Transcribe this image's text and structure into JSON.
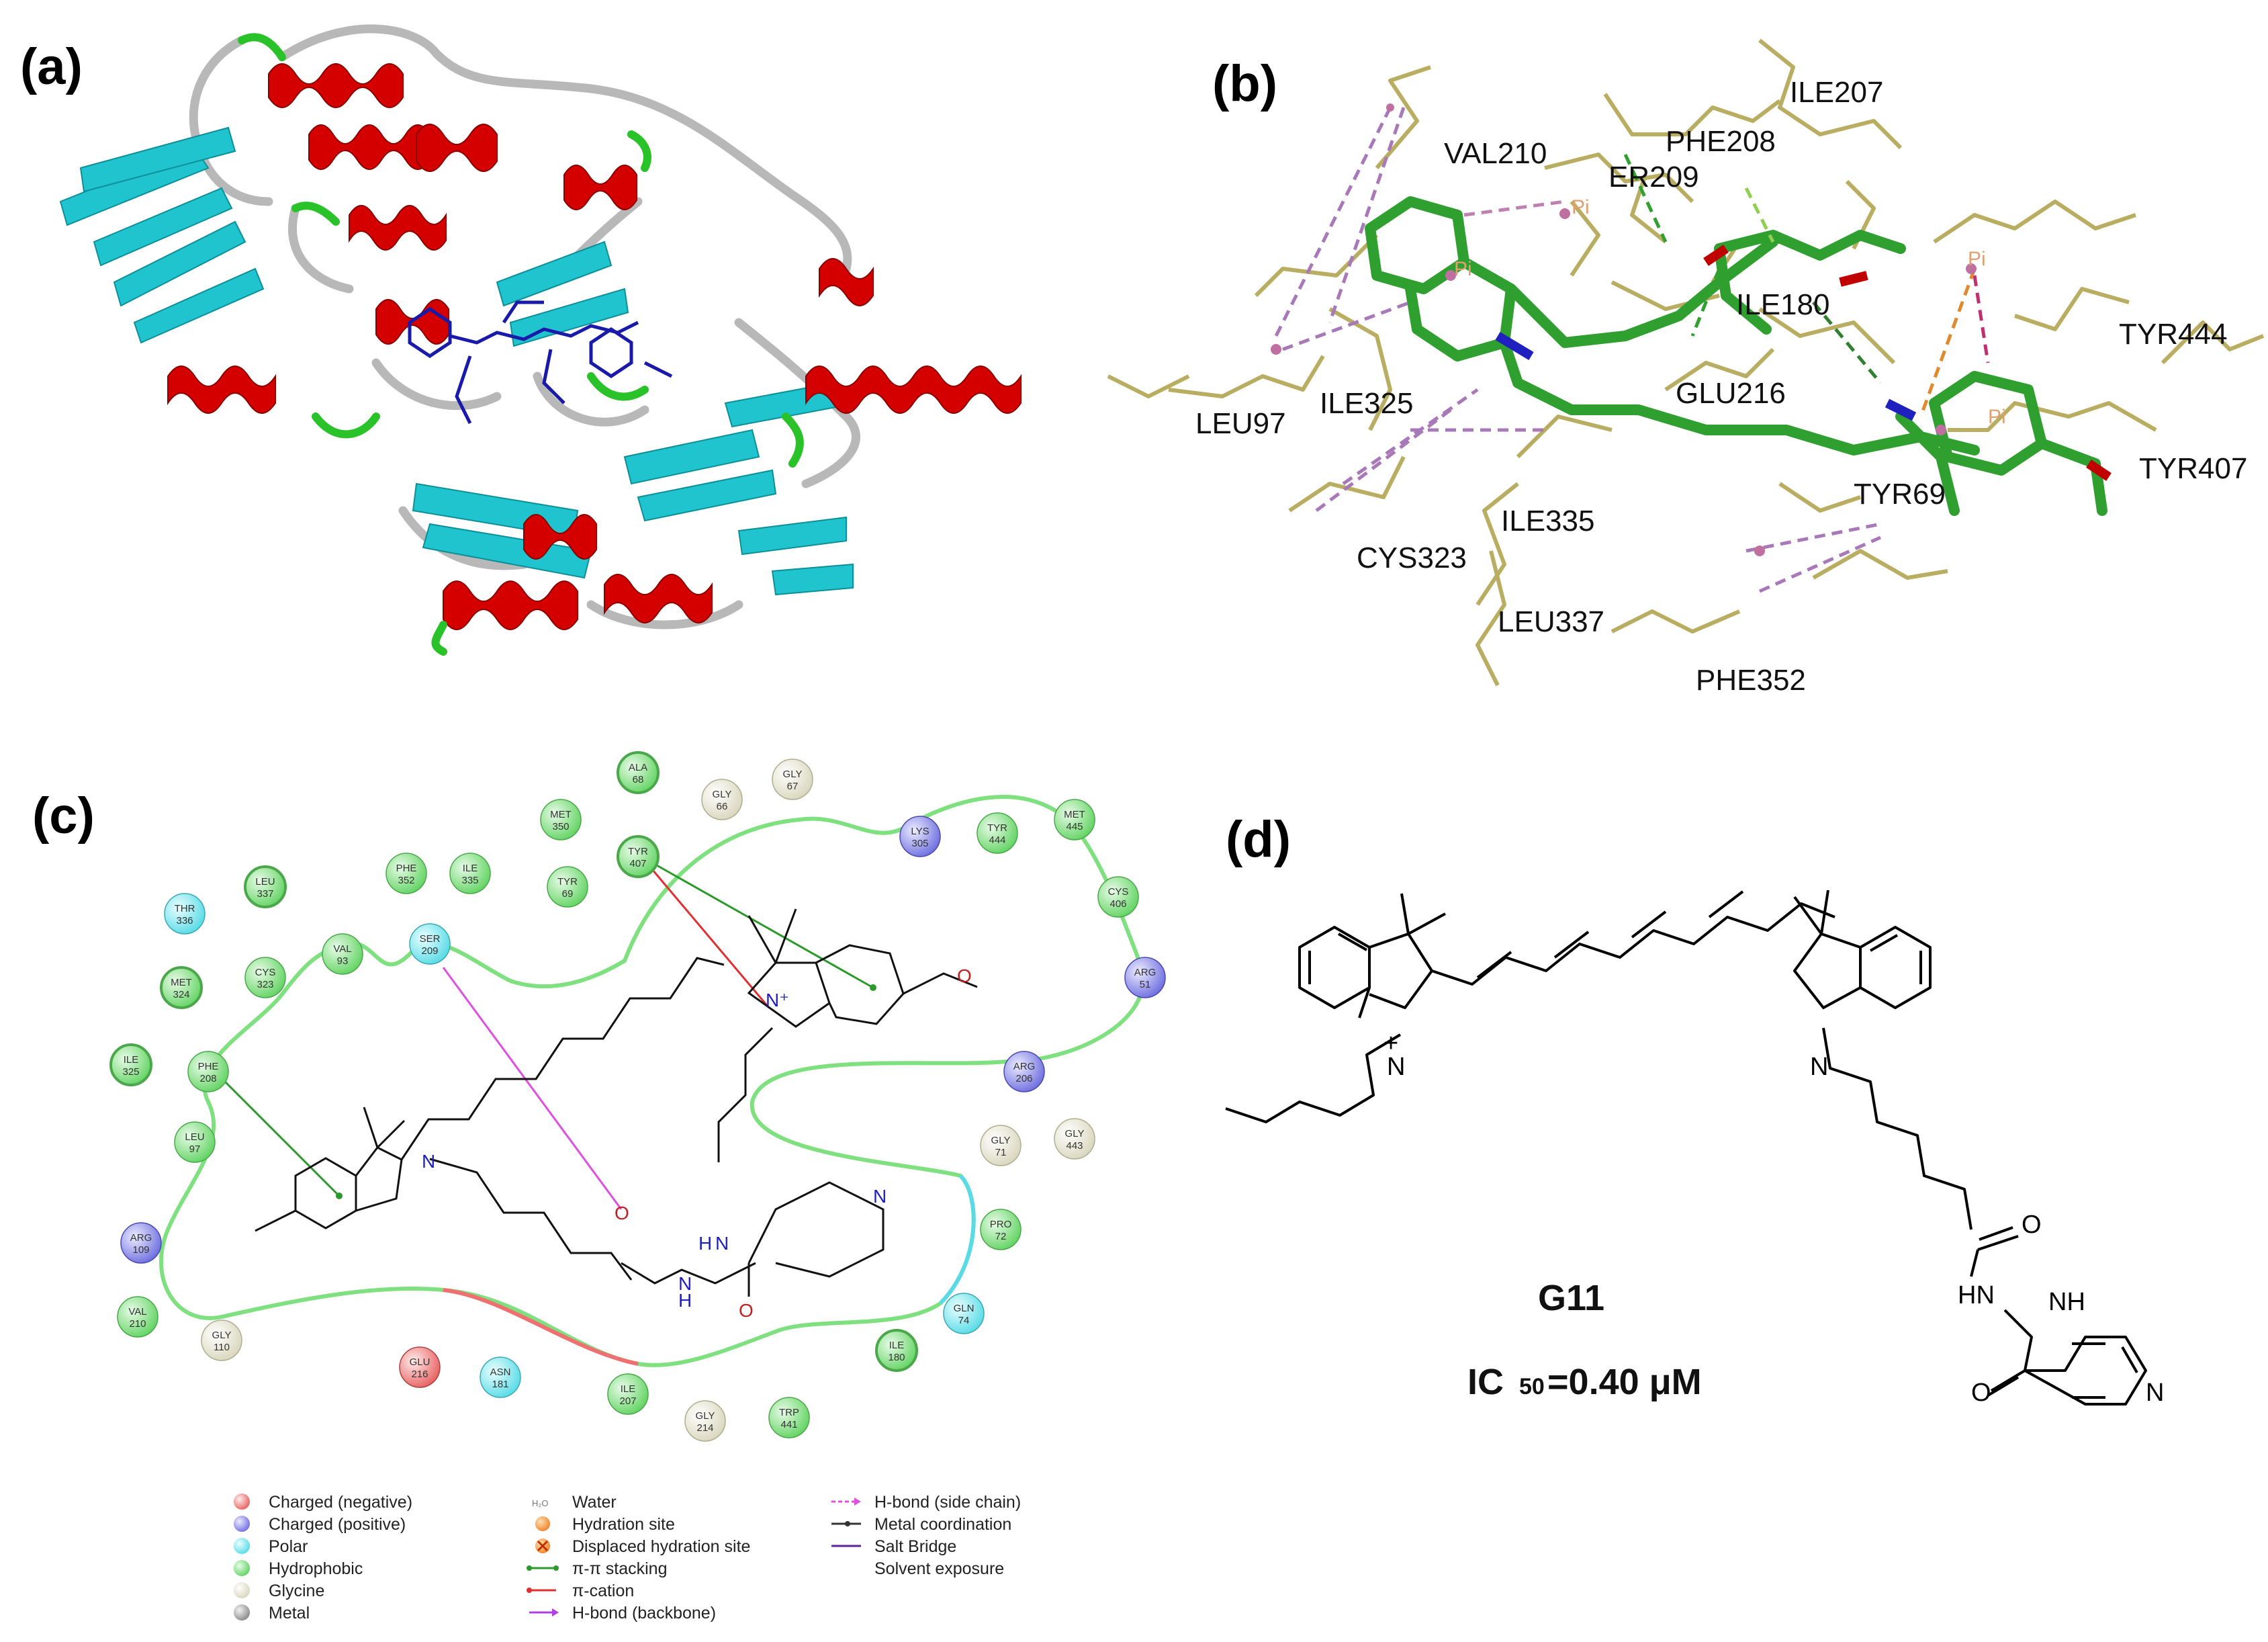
{
  "panels": {
    "a": "(a)",
    "b": "(b)",
    "c": "(c)",
    "d": "(d)"
  },
  "panel_b_labels": {
    "ile207": "ILE207",
    "val210": "VAL210",
    "phe208": "PHE208",
    "ser209": "ER209",
    "ile180": "ILE180",
    "tyr444": "TYR444",
    "glu216": "GLU216",
    "leu97": "LEU97",
    "ile325": "ILE325",
    "tyr407": "TYR407",
    "tyr69": "TYR69",
    "ile335": "ILE335",
    "cys323": "CYS323",
    "leu337": "LEU337",
    "phe352": "PHE352",
    "pi": "Pi"
  },
  "panel_c_residues": [
    {
      "name": "ALA",
      "num": "68",
      "kind": "hydrophobic"
    },
    {
      "name": "GLY",
      "num": "66",
      "kind": "glycine"
    },
    {
      "name": "GLY",
      "num": "67",
      "kind": "glycine"
    },
    {
      "name": "MET",
      "num": "350",
      "kind": "hydrophobic"
    },
    {
      "name": "TYR",
      "num": "407",
      "kind": "hydrophobic"
    },
    {
      "name": "LYS",
      "num": "305",
      "kind": "positive"
    },
    {
      "name": "TYR",
      "num": "444",
      "kind": "hydrophobic"
    },
    {
      "name": "MET",
      "num": "445",
      "kind": "hydrophobic"
    },
    {
      "name": "LEU",
      "num": "337",
      "kind": "hydrophobic"
    },
    {
      "name": "PHE",
      "num": "352",
      "kind": "hydrophobic"
    },
    {
      "name": "ILE",
      "num": "335",
      "kind": "hydrophobic"
    },
    {
      "name": "TYR",
      "num": "69",
      "kind": "hydrophobic"
    },
    {
      "name": "CYS",
      "num": "406",
      "kind": "hydrophobic"
    },
    {
      "name": "THR",
      "num": "336",
      "kind": "polar"
    },
    {
      "name": "SER",
      "num": "209",
      "kind": "polar"
    },
    {
      "name": "VAL",
      "num": "93",
      "kind": "hydrophobic"
    },
    {
      "name": "CYS",
      "num": "323",
      "kind": "hydrophobic"
    },
    {
      "name": "MET",
      "num": "324",
      "kind": "hydrophobic"
    },
    {
      "name": "ARG",
      "num": "51",
      "kind": "positive"
    },
    {
      "name": "ILE",
      "num": "325",
      "kind": "hydrophobic"
    },
    {
      "name": "PHE",
      "num": "208",
      "kind": "hydrophobic"
    },
    {
      "name": "ARG",
      "num": "206",
      "kind": "positive"
    },
    {
      "name": "LEU",
      "num": "97",
      "kind": "hydrophobic"
    },
    {
      "name": "GLY",
      "num": "71",
      "kind": "glycine"
    },
    {
      "name": "GLY",
      "num": "443",
      "kind": "glycine"
    },
    {
      "name": "ARG",
      "num": "109",
      "kind": "positive"
    },
    {
      "name": "PRO",
      "num": "72",
      "kind": "hydrophobic"
    },
    {
      "name": "VAL",
      "num": "210",
      "kind": "hydrophobic"
    },
    {
      "name": "GLY",
      "num": "110",
      "kind": "glycine"
    },
    {
      "name": "GLN",
      "num": "74",
      "kind": "polar"
    },
    {
      "name": "GLU",
      "num": "216",
      "kind": "negative"
    },
    {
      "name": "ASN",
      "num": "181",
      "kind": "polar"
    },
    {
      "name": "ILE",
      "num": "180",
      "kind": "hydrophobic"
    },
    {
      "name": "ILE",
      "num": "207",
      "kind": "hydrophobic"
    },
    {
      "name": "GLY",
      "num": "214",
      "kind": "glycine"
    },
    {
      "name": "TRP",
      "num": "441",
      "kind": "hydrophobic"
    }
  ],
  "panel_c_atoms": {
    "n_plus": "N⁺",
    "n": "N",
    "o_methoxy": "O",
    "o_amide": "O",
    "o_amide2": "O",
    "nh1": "N",
    "h1": "H",
    "nh2": "N",
    "h2": "H",
    "n_pyr": "N"
  },
  "legend": {
    "col1": [
      "Charged (negative)",
      "Charged (positive)",
      "Polar",
      "Hydrophobic",
      "Glycine",
      "Metal"
    ],
    "col2": [
      "Water",
      "Hydration site",
      "Displaced hydration site",
      "π-π stacking",
      "π-cation",
      "H-bond (backbone)"
    ],
    "col3": [
      "H-bond (side chain)",
      "Metal coordination",
      "Salt Bridge",
      "Solvent exposure"
    ],
    "water_glyph": "H₂O"
  },
  "panel_d": {
    "compound": "G11",
    "ic50_prefix": "IC",
    "ic50_sub": "50",
    "ic50_value": "=0.40 μM",
    "atom_n_plus": "N",
    "plus": "+",
    "atom_n": "N",
    "atom_o1": "O",
    "atom_hn": "HN",
    "atom_nh": "NH",
    "atom_o2": "O",
    "atom_n_pyr": "N"
  },
  "colors": {
    "helix": "#d40000",
    "sheet": "#1fc4cf",
    "coil": "#b8b8b8",
    "turn": "#29c229",
    "ligand_blue": "#1a1aaa",
    "residue_stick": "#b8ad60",
    "ligand_green": "#2fa02f",
    "hydrophobic": "#7ee07e",
    "polar": "#7fe7ee",
    "positive": "#8a8ae8",
    "negative": "#ee7f7f",
    "glycine": "#ecebd9",
    "metal": "#999999"
  }
}
